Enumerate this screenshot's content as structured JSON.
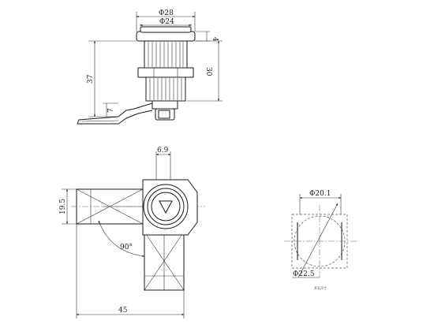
{
  "dimensions": {
    "d28": "Φ28",
    "d24": "Φ24",
    "h4": "4",
    "h37": "37",
    "h30": "30",
    "h7": "7",
    "w6_9": "6.9",
    "h19_5": "19.5",
    "angle90": "90°",
    "w45": "45",
    "d20_1": "Φ20.1",
    "d22_5": "Φ22.5"
  },
  "notes": {
    "small_note": "开孔尺寸"
  }
}
